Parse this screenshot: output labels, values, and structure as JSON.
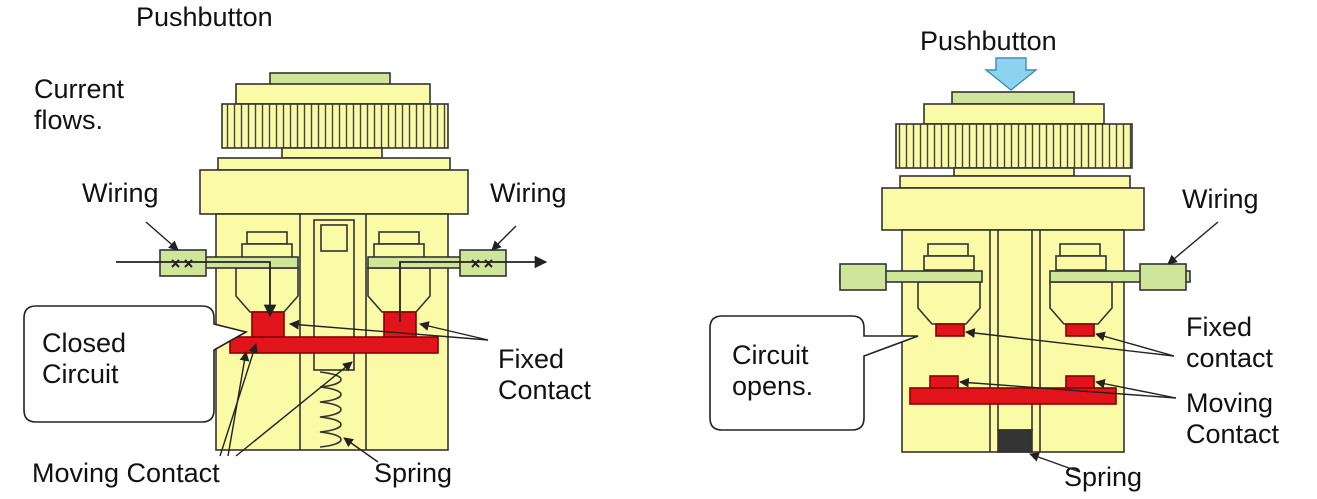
{
  "left": {
    "pushbutton": "Pushbutton",
    "current_flows": [
      "Current",
      "flows."
    ],
    "wiring_left": "Wiring",
    "wiring_right": "Wiring",
    "callout": [
      "Closed",
      "Circuit"
    ],
    "fixed_contact": [
      "Fixed",
      "Contact"
    ],
    "moving_contact": "Moving Contact",
    "spring": "Spring"
  },
  "right": {
    "pushbutton": "Pushbutton",
    "wiring": "Wiring",
    "callout": [
      "Circuit",
      "opens."
    ],
    "fixed_contact": [
      "Fixed",
      "contact"
    ],
    "moving_contact": [
      "Moving",
      "Contact"
    ],
    "spring": "Spring"
  },
  "colors": {
    "body": "#fbfaa6",
    "wiring_block": "#cfe69a",
    "contact": "#e2141b",
    "arrow": "#8dd3f0"
  }
}
